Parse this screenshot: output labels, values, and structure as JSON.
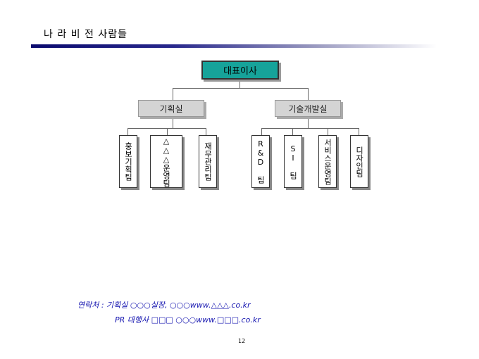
{
  "slide": {
    "title": "나 라 비 전 사람들",
    "page_number": "12"
  },
  "org": {
    "ceo": "대표이사",
    "departments": [
      {
        "label": "기획실",
        "teams": [
          "홍보기획팀",
          "△△△운영팀",
          "재무관리팀"
        ]
      },
      {
        "label": "기술개발실",
        "teams": [
          "R&D 팀",
          "SI 팀",
          "서비스운영팀",
          "디자인팀"
        ]
      }
    ]
  },
  "contact": {
    "line1": "연락처 : 기획실 ○○○실장, ○○○www.△△△.co.kr",
    "line2": "PR 대행사 □□□ ○○○www.□□□.co.kr"
  },
  "colors": {
    "ceo_box": "#16a39a",
    "dept_box": "#d4d4d4",
    "contact_text": "#1515b0",
    "title_bar": "#0a0a6e"
  }
}
